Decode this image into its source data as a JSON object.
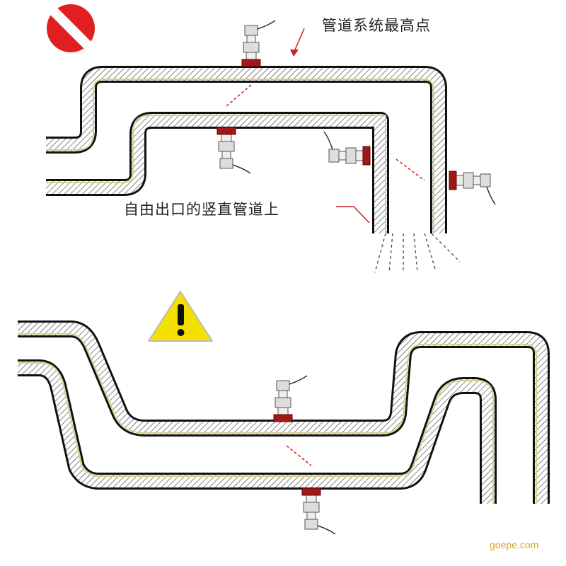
{
  "labels": {
    "highest_point": "管道系统最高点",
    "vertical_outlet": "自由出口的竖直管道上"
  },
  "watermark": "goepe.com",
  "icons": {
    "top_sign": "prohibited-icon",
    "bottom_sign": "warning-icon"
  },
  "colors": {
    "prohibit_red": "#e02020",
    "warning_yellow": "#f3e000",
    "sensor_red": "#a01818",
    "pipe_liner": "#d8d088",
    "arrow_red": "#d02020"
  }
}
